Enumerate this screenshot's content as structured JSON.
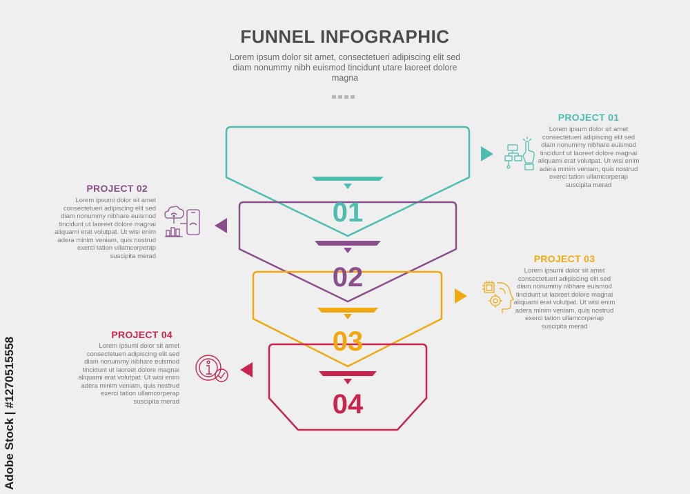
{
  "header": {
    "title": "FUNNEL INFOGRAPHIC",
    "subtitle": "Lorem ipsum dolor sit amet, consectetueri adipiscing elit sed diam nonummy nibh euismod tincidunt utare laoreet dolore magna"
  },
  "colors": {
    "teal": "#4dbdb0",
    "purple": "#8b4e8d",
    "orange": "#f1a80f",
    "crimson": "#c8244e",
    "background": "#efefef",
    "title": "#4b4b4b"
  },
  "steps": [
    {
      "number": "01",
      "title": "PROJECT 01",
      "text": "Lorem ipsum dolor sit amet consectetueri adipiscing elit sed diam nonummy nibhare euismod tincidunt ut laoreet dolore magnai aliquami erat volutpat. Ut wisi enim adera minim veniam, quis nostrud exerci tation ullamcorperap suscipita merad",
      "icon": "automation-flowchart-icon",
      "side": "right"
    },
    {
      "number": "02",
      "title": "PROJECT 02",
      "text": "Lorem ipsumi dolor sit amet consectetueri adipiscing elit sed diam nonummy nibhare euismod tincidunt ut laoreet dolore magnai aliquami erat volutpat. Ut wisi enim adera minim veniam, quis nostrud exerci tation ullamcorperap suscipita merad",
      "icon": "cloud-mobile-analytics-icon",
      "side": "left"
    },
    {
      "number": "03",
      "title": "PROJECT 03",
      "text": "Lorem ipsumi dolor sit amet consectetueri adipiscing elit sed diam nonummy nibhare euismod tincidunt ut laoreet dolore magnai aliquami erat volutpat. Ut wisi enim adera minim veniam, quis nostrud exerci tation ullamcorperap suscipita merad",
      "icon": "ai-head-chip-icon",
      "side": "right"
    },
    {
      "number": "04",
      "title": "PROJECT 04",
      "text": "Lorem ipsumi dolor sit amet consectetueri adipiscing elit sed diam nonummy nibhare euismod tincidunt ut laoreet dolore magnai aliquami erat volutpat. Ut wisi enim adera minim veniam, quis nostrud exerci tation ullamcorperap suscipita merad",
      "icon": "info-check-icon",
      "side": "left"
    }
  ],
  "watermark": "Adobe Stock | #1270515558"
}
